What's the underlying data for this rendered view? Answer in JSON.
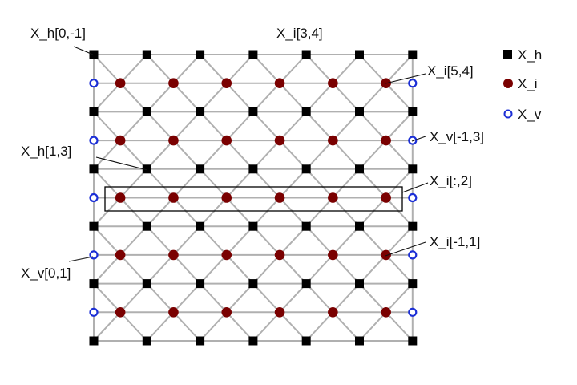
{
  "colors": {
    "grid_line": "#b0b0b0",
    "h_node": "#000000",
    "i_node": "#7a0000",
    "v_node": "#1c2fd6",
    "callout": "#111111"
  },
  "lattice": {
    "h_rows": 6,
    "h_cols": 7,
    "i_rows": 5,
    "i_cols": 6
  },
  "legend": {
    "items": [
      {
        "label": "X_h",
        "icon": "black-square-icon"
      },
      {
        "label": "X_i",
        "icon": "red-circle-icon"
      },
      {
        "label": "X_v",
        "icon": "blue-ring-icon"
      }
    ]
  },
  "annotations": {
    "xh_0_m1": "X_h[0,-1]",
    "xi_3_4": "X_i[3,4]",
    "xi_5_4": "X_i[5,4]",
    "xv_m1_3": "X_v[-1,3]",
    "xh_1_3": "X_h[1,3]",
    "xi_colon_2": "X_i[:,2]",
    "xi_m1_1": "X_i[-1,1]",
    "xv_0_1": "X_v[0,1]"
  }
}
